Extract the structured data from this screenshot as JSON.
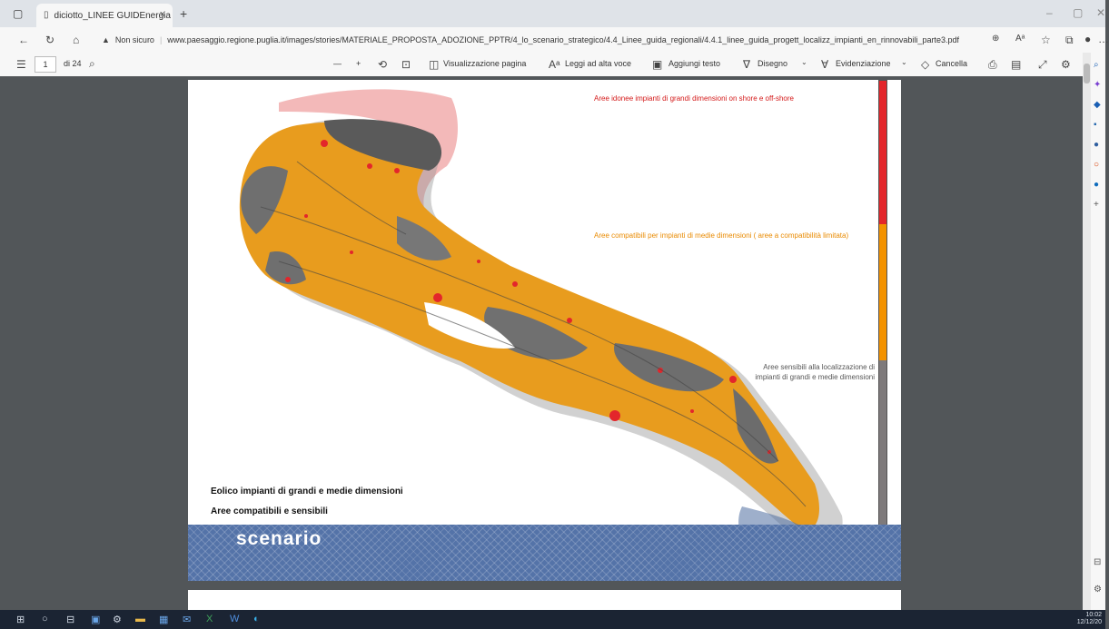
{
  "browser": {
    "tab_title": "diciotto_LINEE GUIDEnergia",
    "tab_close": "×",
    "new_tab": "+",
    "security_label": "Non sicuro",
    "url": "www.paesaggio.regione.puglia.it/images/stories/MATERIALE_PROPOSTA_ADOZIONE_PPTR/4_lo_scenario_strategico/4.4_Linee_guida_regionali/4.4.1_linee_guida_progett_localizz_impianti_en_rinnovabili_parte3.pdf"
  },
  "pdf_toolbar": {
    "page_current": "1",
    "page_total": "di 24",
    "zoom_out": "—",
    "zoom_in": "+",
    "view_label": "Visualizzazione pagina",
    "read_aloud_label": "Leggi ad alta voce",
    "add_text_label": "Aggiungi testo",
    "draw_label": "Disegno",
    "highlight_label": "Evidenziazione",
    "erase_label": "Cancella"
  },
  "document": {
    "legend_red": "Aree idonee  impianti di grandi dimensioni on shore e off-shore",
    "legend_orange": "Aree compatibili per impianti di medie dimensioni ( aree a compatibilità limitata)",
    "legend_grey": "Aree sensibili alla localizzazione di impianti di grandi e medie dimensioni",
    "title_line1": "Eolico impianti di grandi e medie dimensioni",
    "title_line2": "Aree compatibili  e sensibili",
    "band_label": "scenario",
    "legend_colors": {
      "red": "#e3262b",
      "orange": "#f39200",
      "grey": "#7e7a7b"
    }
  },
  "taskbar": {
    "clock_time": "10:02",
    "clock_date": "12/12/20"
  }
}
